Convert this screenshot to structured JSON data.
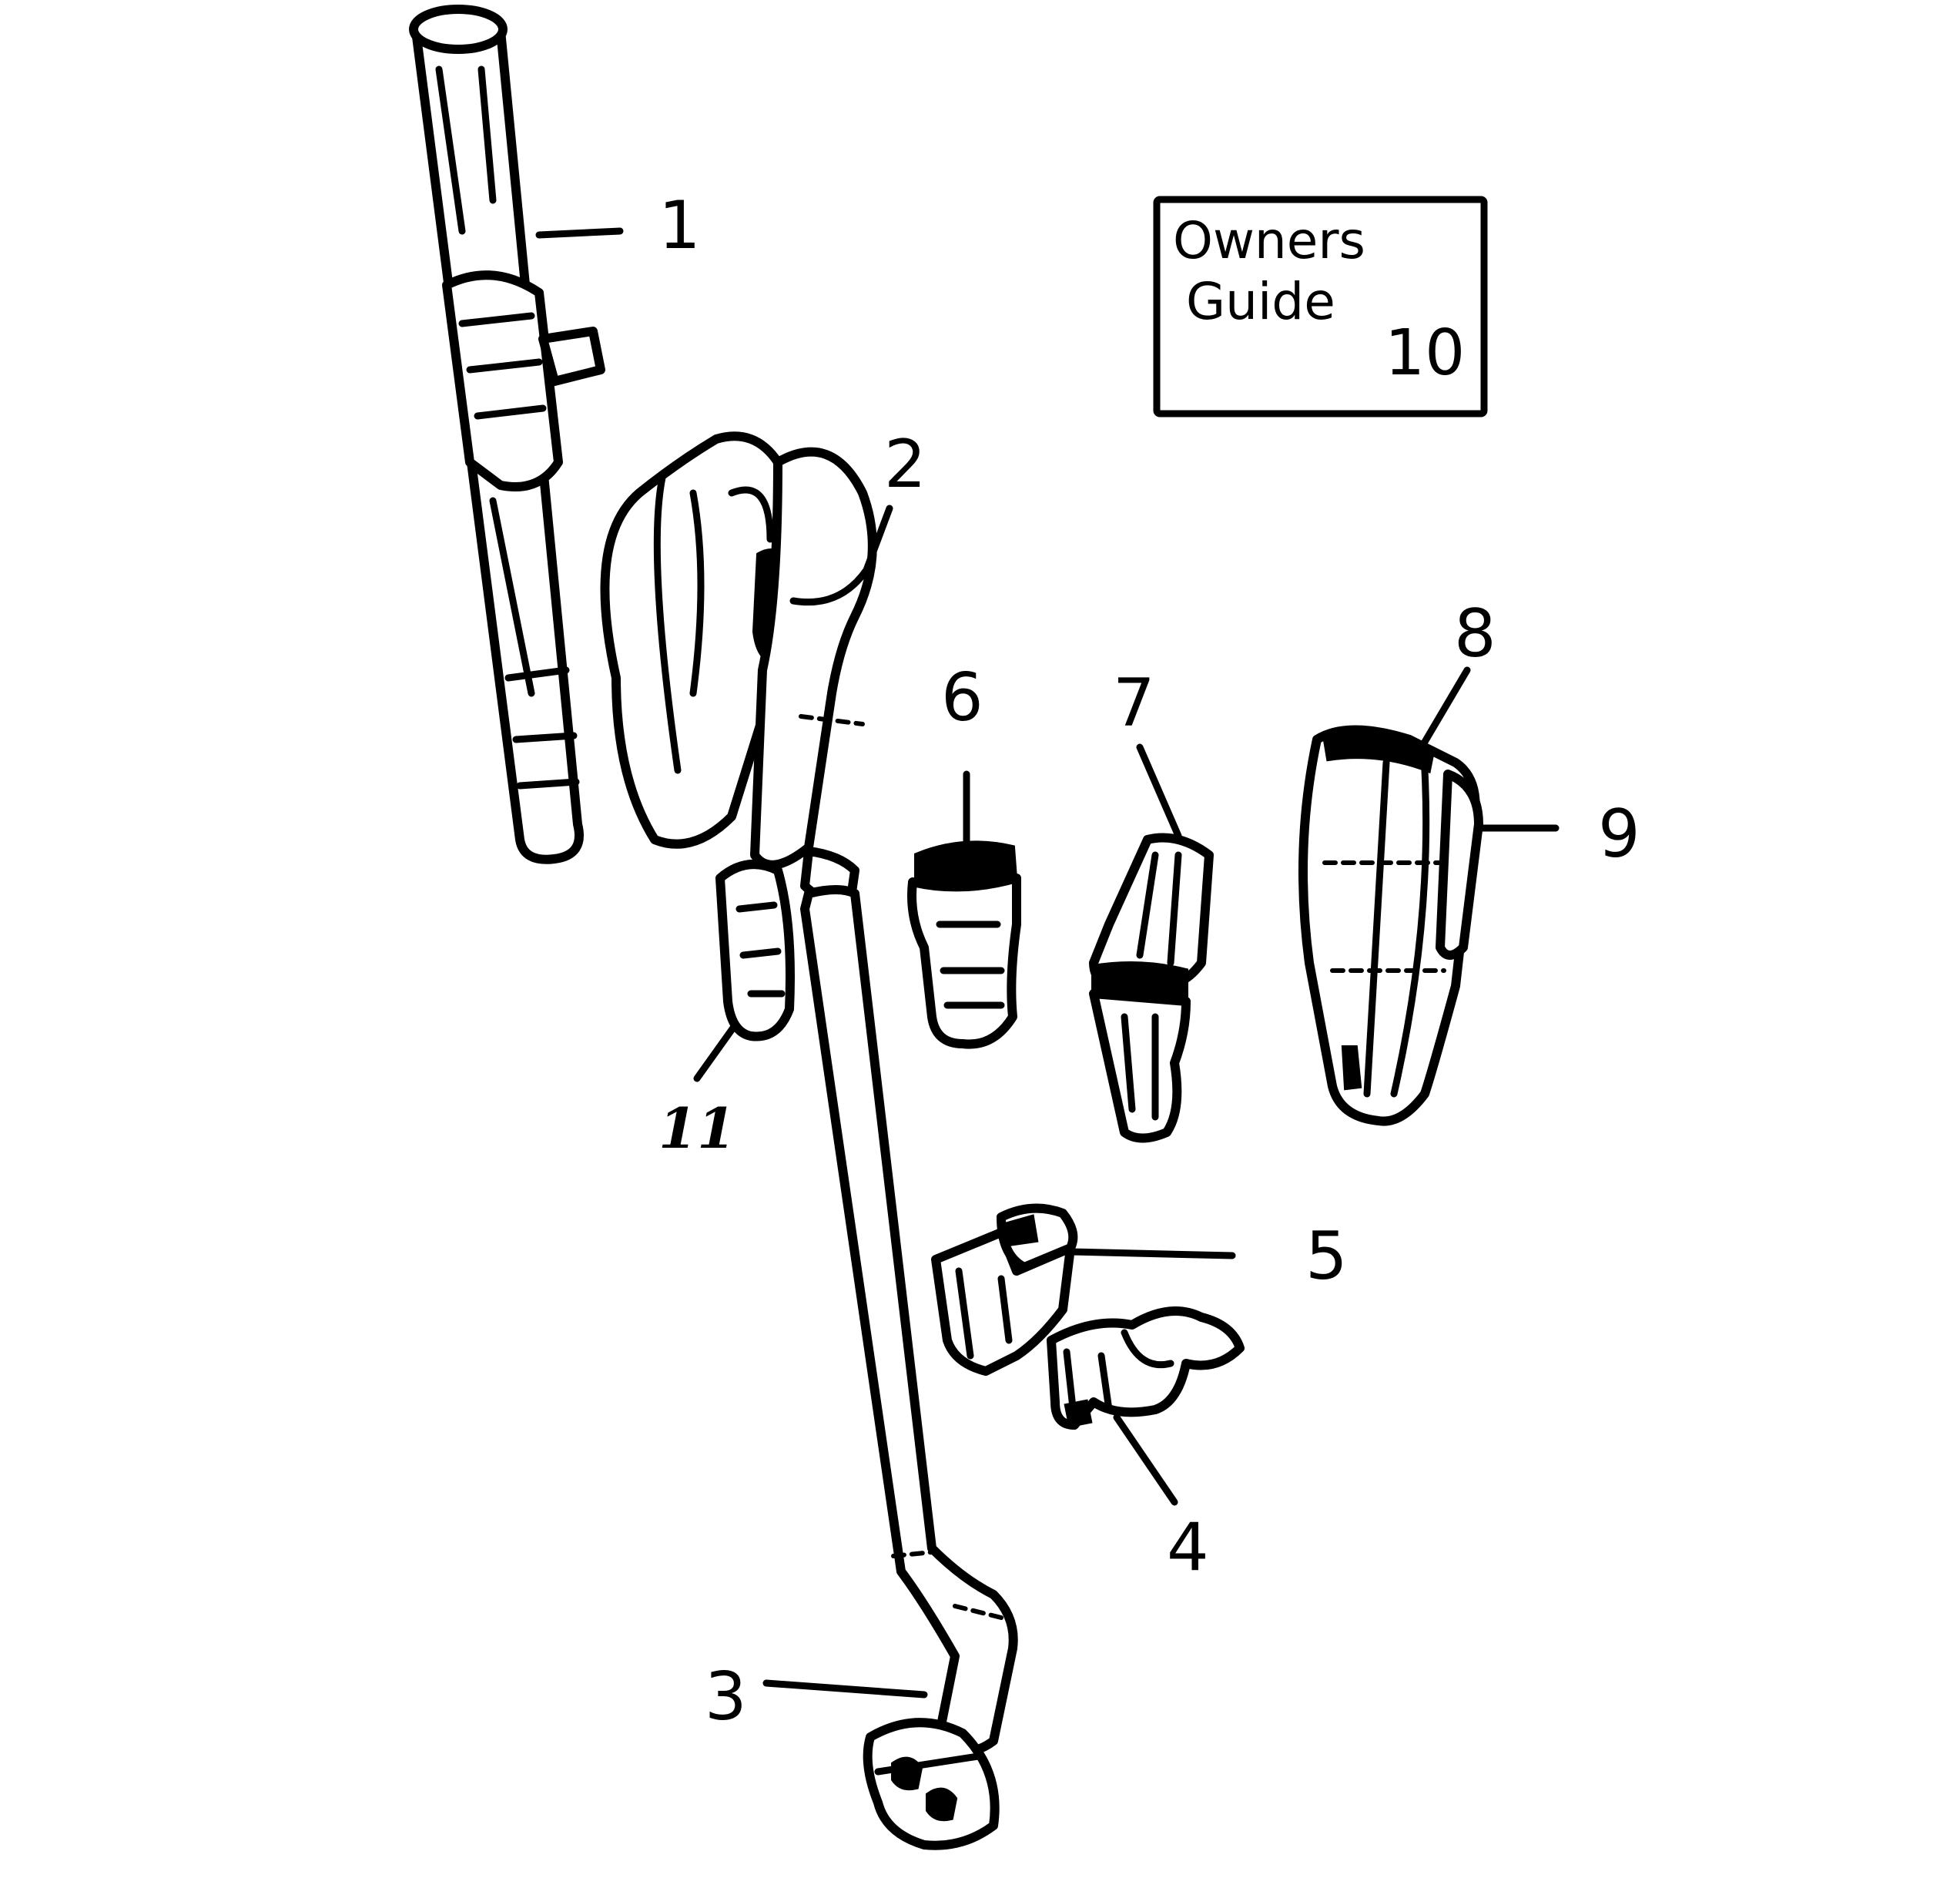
{
  "diagram": {
    "callouts": [
      {
        "id": "1",
        "label": "1"
      },
      {
        "id": "2",
        "label": "2"
      },
      {
        "id": "3",
        "label": "3"
      },
      {
        "id": "4",
        "label": "4"
      },
      {
        "id": "5",
        "label": "5"
      },
      {
        "id": "6",
        "label": "6"
      },
      {
        "id": "7",
        "label": "7"
      },
      {
        "id": "8",
        "label": "8"
      },
      {
        "id": "9",
        "label": "9"
      },
      {
        "id": "11",
        "label": "11"
      }
    ],
    "owners_guide": {
      "line1": "Owners",
      "line2": "Guide",
      "number": "10"
    }
  }
}
